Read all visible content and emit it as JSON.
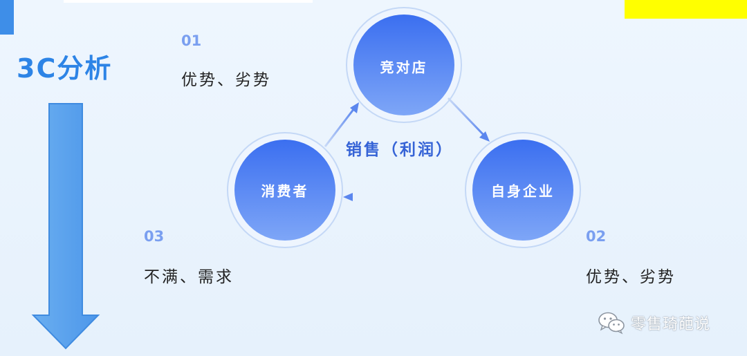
{
  "title": "3C分析",
  "sections": [
    {
      "number": "01",
      "text": "优势、劣势"
    },
    {
      "number": "02",
      "text": "优势、劣势"
    },
    {
      "number": "03",
      "text": "不满、需求"
    }
  ],
  "diagram": {
    "center_label": "销售（利润）",
    "nodes": {
      "competitor": "竞对店",
      "company": "自身企业",
      "consumer": "消费者"
    }
  },
  "watermark": {
    "text": "零售琦葩说",
    "icon": "wechat-icon"
  },
  "colors": {
    "title": "#2d84e6",
    "number": "#7a9ff0",
    "node_top": "#3b6ff0",
    "node_bottom": "#7ea6f7",
    "center_label": "#3563d6",
    "accent_yellow": "#ffff00",
    "left_accent": "#3e8ee8"
  }
}
